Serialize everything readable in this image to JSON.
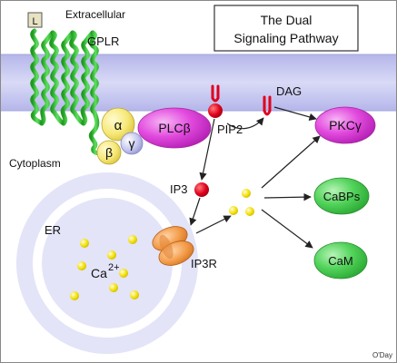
{
  "title_line1": "The Dual",
  "title_line2": "Signaling Pathway",
  "labels": {
    "extracellular": "Extracellular",
    "cytoplasm": "Cytoplasm",
    "ligand": "L",
    "receptor": "GPLR",
    "alpha": "α",
    "beta": "β",
    "gamma": "γ",
    "plc": "PLCβ",
    "pip2": "PIP2",
    "dag": "DAG",
    "pkc": "PKCγ",
    "ip3": "IP3",
    "ip3r": "IP3R",
    "er": "ER",
    "calcium_base": "Ca",
    "calcium_charge": "2+",
    "cabps": "CaBPs",
    "cam": "CaM",
    "credit": "O'Day"
  },
  "colors": {
    "membrane": "#c9c9f0",
    "receptor": "#3ec23e",
    "alpha": "#f7e97a",
    "beta": "#f7e97a",
    "gamma": "#c5c7ee",
    "plc": "#e33fe0",
    "pkc": "#e33fe0",
    "target_green": "#52d35a",
    "ip3": "#e0001c",
    "calcium": "#f3e000",
    "er": "#d9dbf5",
    "ip3r": "#f29a46"
  }
}
